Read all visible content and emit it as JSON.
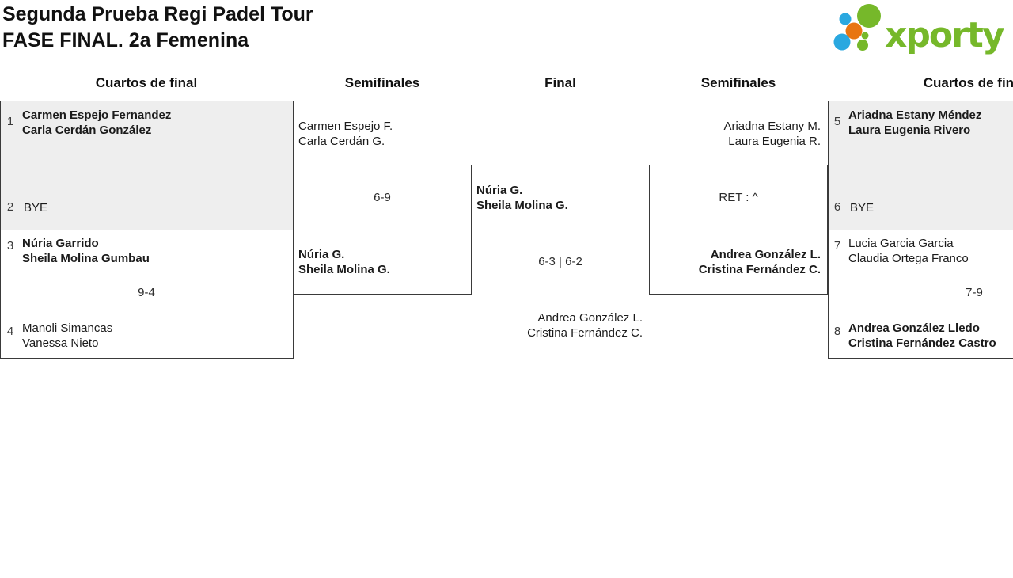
{
  "title": {
    "line1": "Segunda Prueba Regi Padel Tour",
    "line2": "FASE FINAL. 2a Femenina"
  },
  "logo": {
    "wordmark": "xporty",
    "colors": {
      "green": "#76b82a",
      "blue": "#2aa8e0",
      "orange": "#e87511"
    }
  },
  "round_headers": {
    "left_quarterfinals": "Cuartos de final",
    "left_semifinals": "Semifinales",
    "final": "Final",
    "right_semifinals": "Semifinales",
    "right_quarterfinals": "Cuartos de final"
  },
  "left_quarterfinals": {
    "match_top": {
      "seed_top": "1",
      "team_top": {
        "line1": "Carmen Espejo Fernandez",
        "line2": "Carla Cerdán González"
      },
      "seed_bottom": "2",
      "team_bottom": {
        "line1": "BYE"
      }
    },
    "match_bottom": {
      "seed_top": "3",
      "team_top": {
        "line1": "Núria Garrido",
        "line2": "Sheila Molina Gumbau"
      },
      "score": "9-4",
      "seed_bottom": "4",
      "team_bottom": {
        "line1": "Manoli Simancas",
        "line2": "Vanessa Nieto"
      }
    }
  },
  "left_semifinal": {
    "team_top": {
      "line1": "Carmen Espejo F.",
      "line2": "Carla Cerdán G."
    },
    "score": "6-9",
    "team_bottom": {
      "line1": "Núria G.",
      "line2": "Sheila Molina G."
    }
  },
  "final": {
    "team_top": {
      "line1": "Núria G.",
      "line2": "Sheila Molina G."
    },
    "score": "6-3 | 6-2",
    "team_bottom": {
      "line1": "Andrea González L.",
      "line2": "Cristina Fernández C."
    }
  },
  "right_semifinal": {
    "team_top": {
      "line1": "Ariadna Estany M.",
      "line2": "Laura Eugenia R."
    },
    "score": "RET : ^",
    "team_bottom": {
      "line1": "Andrea González L.",
      "line2": "Cristina Fernández C."
    }
  },
  "right_quarterfinals": {
    "match_top": {
      "seed_top": "5",
      "team_top": {
        "line1": "Ariadna Estany Méndez",
        "line2": "Laura Eugenia Rivero"
      },
      "seed_bottom": "6",
      "team_bottom": {
        "line1": "BYE"
      }
    },
    "match_bottom": {
      "seed_top": "7",
      "team_top": {
        "line1": "Lucia Garcia Garcia",
        "line2": "Claudia Ortega Franco"
      },
      "score": "7-9",
      "seed_bottom": "8",
      "team_bottom": {
        "line1": "Andrea González Lledo",
        "line2": "Cristina Fernández Castro"
      }
    }
  }
}
